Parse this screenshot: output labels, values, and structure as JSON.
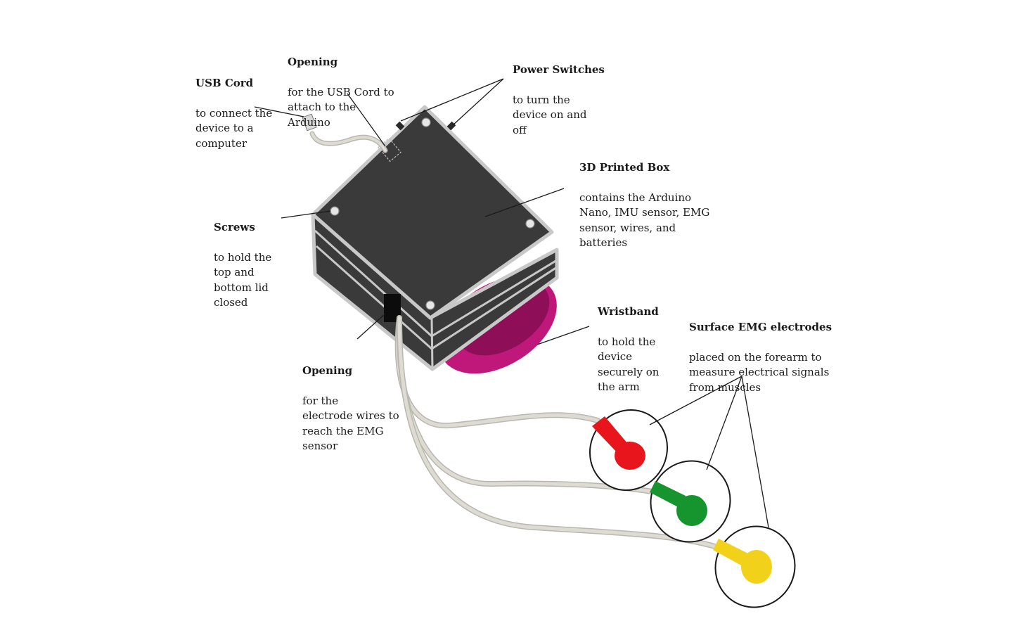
{
  "labels": {
    "usb_cord": {
      "title": "USB Cord",
      "desc": "to connect the\ndevice to a\ncomputer"
    },
    "opening_usb": {
      "title": "Opening",
      "desc": "for the USB Cord to\nattach to the\nArduino"
    },
    "power_switches": {
      "title": "Power Switches",
      "desc": "to turn the\ndevice on and\noff"
    },
    "printed_box": {
      "title": "3D Printed Box",
      "desc": "contains the Arduino\nNano, IMU sensor, EMG\nsensor, wires, and\nbatteries"
    },
    "screws": {
      "title": "Screws",
      "desc": "to hold the\ntop and\nbottom lid\nclosed"
    },
    "wristband": {
      "title": "Wristband",
      "desc": "to hold the\ndevice\nsecurely on\nthe arm"
    },
    "electrodes": {
      "title": "Surface EMG electrodes",
      "desc": "placed on the forearm to\nmeasure electrical signals\nfrom muscles"
    },
    "opening_wires": {
      "title": "Opening",
      "desc": "for the\nelectrode wires to\nreach the EMG\nsensor"
    }
  },
  "colors": {
    "box_body": "#3a3a3a",
    "box_edge": "#c8c8c8",
    "cable": "#d4d4cc",
    "wristband": "#c0177a",
    "electrode_red": "#e8161c",
    "electrode_green": "#16942e",
    "electrode_yellow": "#f2d11a"
  }
}
